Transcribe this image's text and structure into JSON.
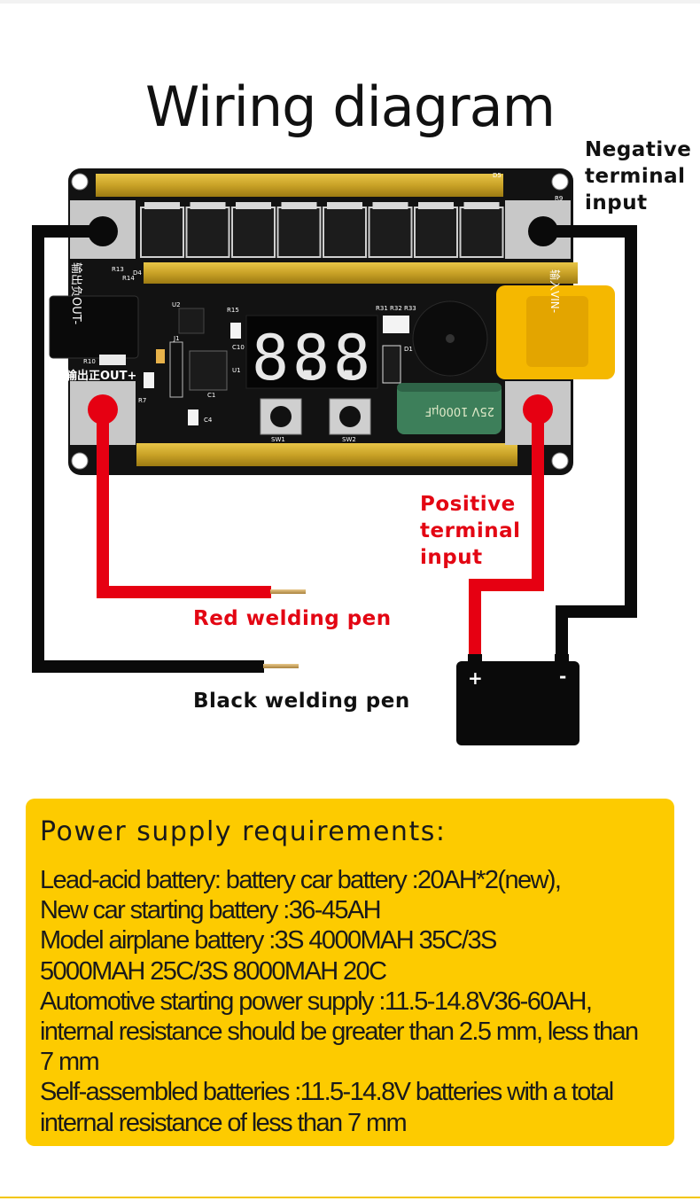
{
  "title": "Wiring diagram",
  "board": {
    "display_digits": [
      "8.",
      "8.",
      "8."
    ],
    "labels": {
      "out_minus": "输出负OUT-",
      "out_plus": "输出正OUT+",
      "vin_minus": "输入VIN-",
      "d5": "D5",
      "r9": "R9",
      "r13": "R13",
      "r14": "R14",
      "d4": "D4",
      "u2": "U2",
      "r15": "R15",
      "c10": "C10",
      "j1": "J1",
      "r10": "R10",
      "r7": "R7",
      "c4": "C4",
      "c1": "C1",
      "u1": "U1",
      "r31": "R31 R32 R33",
      "d1": "D1",
      "sw1": "SW1",
      "sw2": "SW2",
      "cap_text": "25V 1000μF"
    }
  },
  "battery": {
    "plus": "+",
    "minus": "-"
  },
  "callouts": {
    "negative": [
      "Negative",
      "terminal",
      "input"
    ],
    "positive": [
      "Positive",
      "terminal",
      "input"
    ],
    "red_pen": "Red welding pen",
    "black_pen": "Black welding pen"
  },
  "colors": {
    "red_wire": "#e60012",
    "black_wire": "#0a0a0a",
    "panel": "#fdcb00",
    "gold_rail": "#c9a227",
    "connector": "#f5b800"
  },
  "requirements": {
    "title": "Power supply requirements:",
    "lines": [
      "Lead-acid battery: battery car battery :20AH*2(new),",
      " New car starting battery :36-45AH",
      "Model airplane battery :3S 4000MAH 35C/3S",
      "5000MAH 25C/3S 8000MAH 20C",
      "Automotive starting power supply :11.5-14.8V36-60AH,",
      "internal resistance should be greater than 2.5 mm, less than",
      " 7 mm",
      "Self-assembled batteries :11.5-14.8V batteries with a total",
      " internal resistance of less than 7 mm"
    ]
  }
}
